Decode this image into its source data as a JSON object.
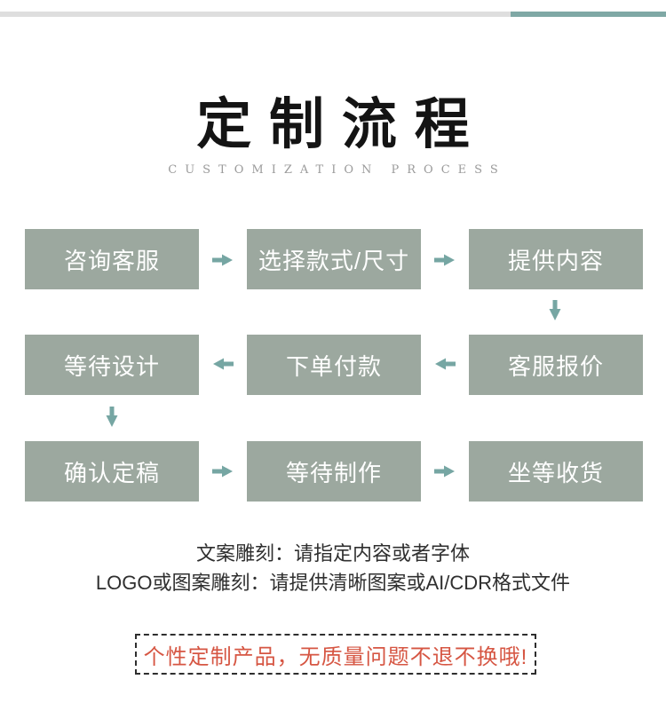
{
  "top_bar": {
    "left_color": "#dedede",
    "right_color": "#7fa8a5"
  },
  "header": {
    "title": "定制流程",
    "subtitle": "CUSTOMIZATION PROCESS"
  },
  "flow": {
    "box_color": "#9ca89f",
    "box_text_color": "#ffffff",
    "arrow_color": "#76a6a3",
    "steps": [
      {
        "label": "咨询客服"
      },
      {
        "label": "选择款式/尺寸"
      },
      {
        "label": "提供内容"
      },
      {
        "label": "等待设计"
      },
      {
        "label": "下单付款"
      },
      {
        "label": "客服报价"
      },
      {
        "label": "确认定稿"
      },
      {
        "label": "等待制作"
      },
      {
        "label": "坐等收货"
      }
    ],
    "arrow_directions": [
      "right",
      "right",
      "down",
      "left",
      "left",
      "down",
      "right",
      "right"
    ]
  },
  "notes": {
    "line1": "文案雕刻：请指定内容或者字体",
    "line2": "LOGO或图案雕刻：请提供清晰图案或AI/CDR格式文件"
  },
  "warning": {
    "text": "个性定制产品，无质量问题不退不换哦!",
    "text_color": "#d65643",
    "border_style": "dashed"
  }
}
